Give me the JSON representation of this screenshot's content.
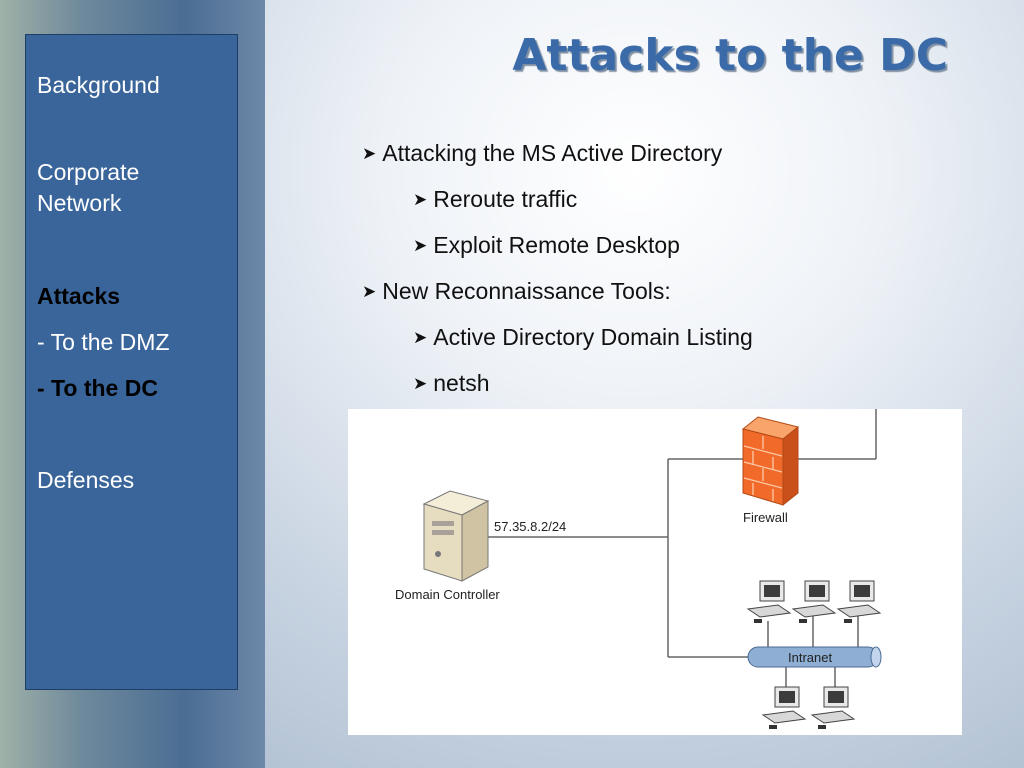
{
  "slide": {
    "title": "Attacks to the DC"
  },
  "sidebar": {
    "items": [
      {
        "label": "Background",
        "current": false
      },
      {
        "label": "Corporate Network",
        "current": false
      },
      {
        "label": "Attacks",
        "current": true
      },
      {
        "label": "- To the DMZ",
        "current": false
      },
      {
        "label": "- To the DC",
        "current": true
      },
      {
        "label": "Defenses",
        "current": false
      }
    ]
  },
  "bullets": [
    {
      "level": 1,
      "text": "Attacking the MS Active Directory"
    },
    {
      "level": 2,
      "text": "Reroute traffic"
    },
    {
      "level": 2,
      "text": "Exploit Remote Desktop"
    },
    {
      "level": 1,
      "text": "New Reconnaissance Tools:"
    },
    {
      "level": 2,
      "text": "Active Directory Domain Listing"
    },
    {
      "level": 2,
      "text": "netsh"
    }
  ],
  "diagram": {
    "domain_controller_label": "Domain Controller",
    "ip_label": "57.35.8.2/24",
    "firewall_label": "Firewall",
    "intranet_label": "Intranet",
    "firewall_color": "#f26a2a",
    "intranet_color": "#8eaed4"
  }
}
